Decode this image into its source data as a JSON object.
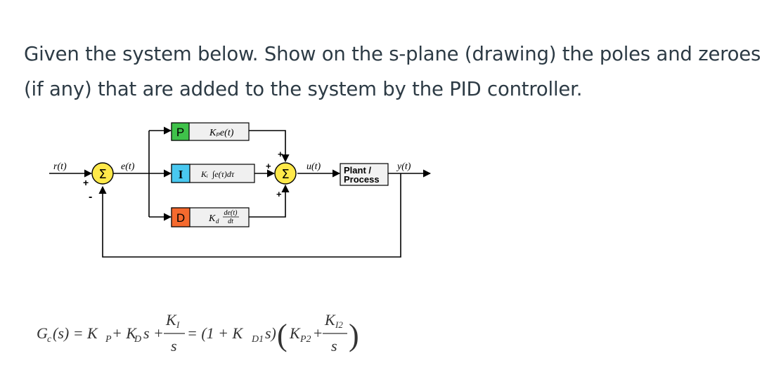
{
  "question": {
    "line1": "Given the system below. Show on the s-plane (drawing) the poles and zeroes",
    "line2": "(if any) that are added to the system by the PID controller."
  },
  "diagram": {
    "signals": {
      "r": "r(t)",
      "e": "e(t)",
      "u": "u(t)",
      "y": "y(t)"
    },
    "sum_symbol": "Σ",
    "sum1_signs": {
      "plus": "+",
      "minus": "-"
    },
    "sum2_signs": {
      "top": "+",
      "left": "+",
      "bottom": "+"
    },
    "blocks": {
      "p": {
        "letter": "P",
        "expr": "Kₚe(t)",
        "color": "#f0f0f0",
        "tag_color": "#3fc24a"
      },
      "i": {
        "letter": "I",
        "expr_k": "Kᵢ",
        "expr_rest": "∫e(τ)dτ",
        "color": "#f0f0f0",
        "tag_color": "#49c8f0"
      },
      "d": {
        "letter": "D",
        "expr_k": "K",
        "expr_sub": "d",
        "frac_num": "de(t)",
        "frac_den": "dt",
        "color": "#f0f0f0",
        "tag_color": "#f56a2e"
      },
      "plant": {
        "line1": "Plant /",
        "line2": "Process",
        "color": "#f2f2f2"
      }
    },
    "sum_color": "#ffe94a"
  },
  "formula": {
    "lhs": "G",
    "lhs_sub": "c",
    "lhs_arg": "(s) = K",
    "p_sub": "P",
    "plus_kd": " + K",
    "d_sub": "D",
    "s_plus": "s +",
    "frac1_num": "K",
    "frac1_num_sub": "I",
    "frac1_den": "s",
    "eq": "= (1 + K",
    "d1_sub": "D1",
    "s_close": "s)",
    "open_big": "(",
    "kp2": "K",
    "p2_sub": "P2",
    "plus2": "+",
    "frac2_num": "K",
    "frac2_num_sub": "I2",
    "frac2_den": "s",
    "close_big": ")"
  }
}
